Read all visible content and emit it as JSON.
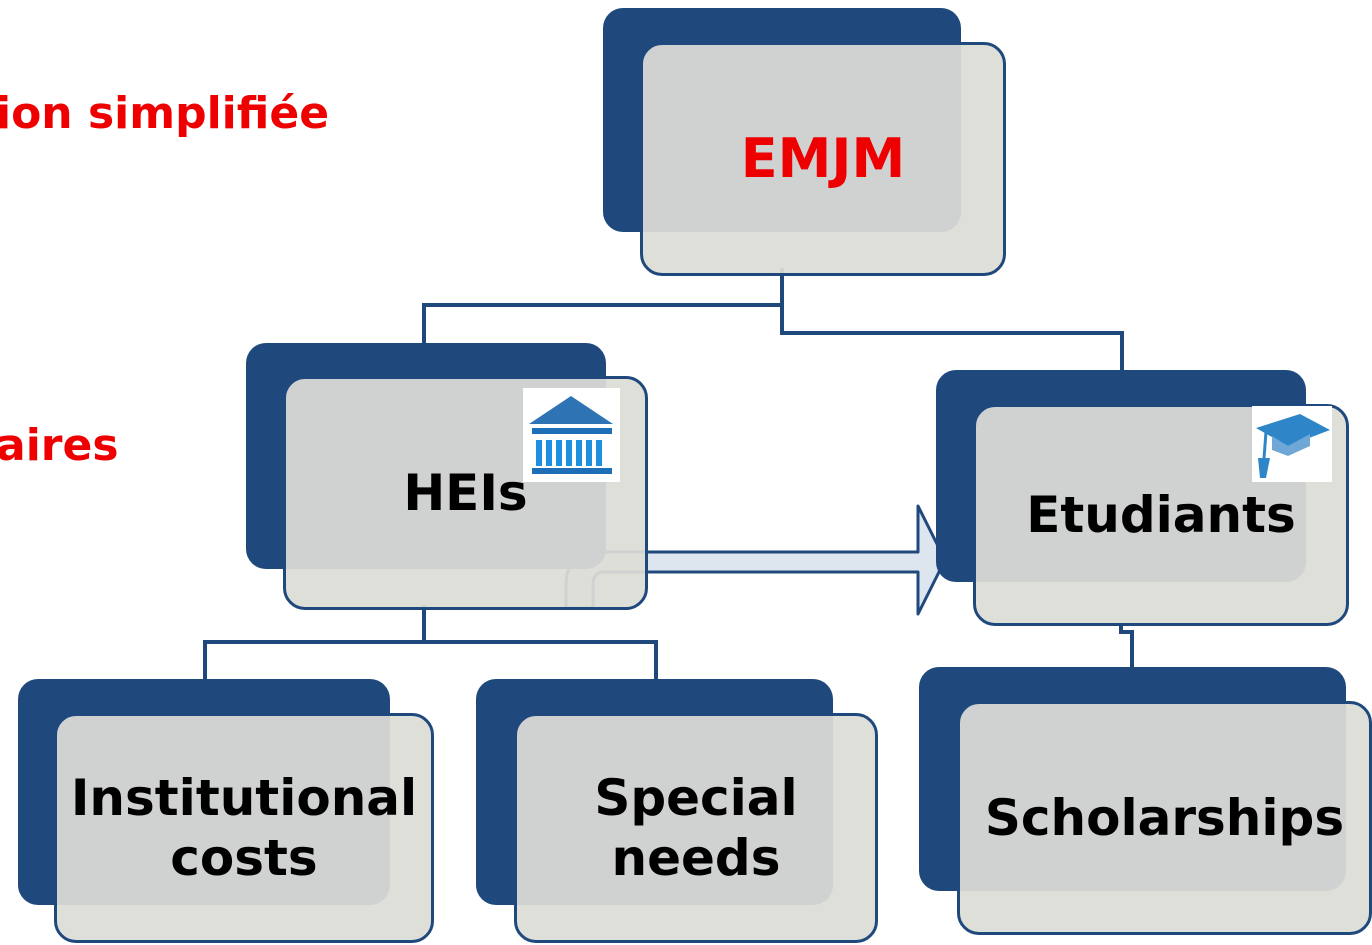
{
  "side_texts": {
    "top": "ion simplifiée",
    "middle": "aires"
  },
  "nodes": {
    "root": {
      "label": "EMJM",
      "color": "#ee0000"
    },
    "heis": {
      "label": "HEIs",
      "icon": "institution-icon"
    },
    "students": {
      "label": "Etudiants",
      "icon": "graduation-cap-icon"
    },
    "institutional": {
      "label_line1": "Institutional",
      "label_line2": "costs"
    },
    "special": {
      "label_line1": "Special",
      "label_line2": "needs"
    },
    "scholarships": {
      "label": "Scholarships"
    }
  },
  "colors": {
    "box_back": "#1f497d",
    "box_front": "#dddfd6",
    "accent_text": "#ee0000",
    "connector": "#1f497d"
  }
}
